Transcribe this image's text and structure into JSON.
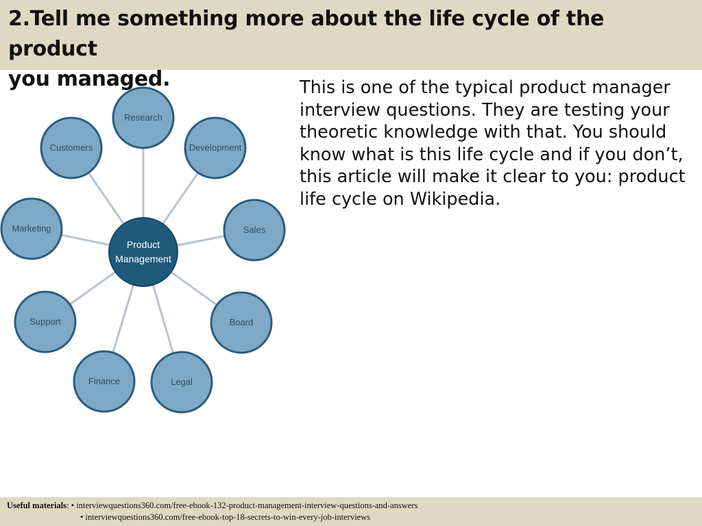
{
  "title": {
    "line1": "2.Tell me something more about the life cycle of the product",
    "line2": "you managed."
  },
  "diagram": {
    "hub": {
      "line1": "Product",
      "line2": "Management"
    },
    "nodes": {
      "research": "Research",
      "development": "Development",
      "sales": "Sales",
      "board": "Board",
      "legal": "Legal",
      "finance": "Finance",
      "support": "Support",
      "marketing": "Marketing",
      "customers": "Customers"
    },
    "colors": {
      "hub_fill": "#1f5a7d",
      "node_fill": "#7ea9c6",
      "node_stroke": "#2b5c7d",
      "spoke": "#b9c4cc"
    }
  },
  "body": {
    "paragraph": "This is one of the typical product manager interview questions. They are testing your theoretic knowledge with that. You should know what is this life cycle and if you don’t, this article will make it clear to you: product life cycle on Wikipedia."
  },
  "footer": {
    "label": "Useful materials",
    "separator": ": ",
    "link1": "• interviewquestions360.com/free-ebook-132-product-management-interview-questions-and-answers",
    "link2": "• interviewquestions360.com/free-ebook-top-18-secrets-to-win-every-job-interviews"
  },
  "colors": {
    "bar_background": "#ddd9c3",
    "text": "#111111"
  }
}
